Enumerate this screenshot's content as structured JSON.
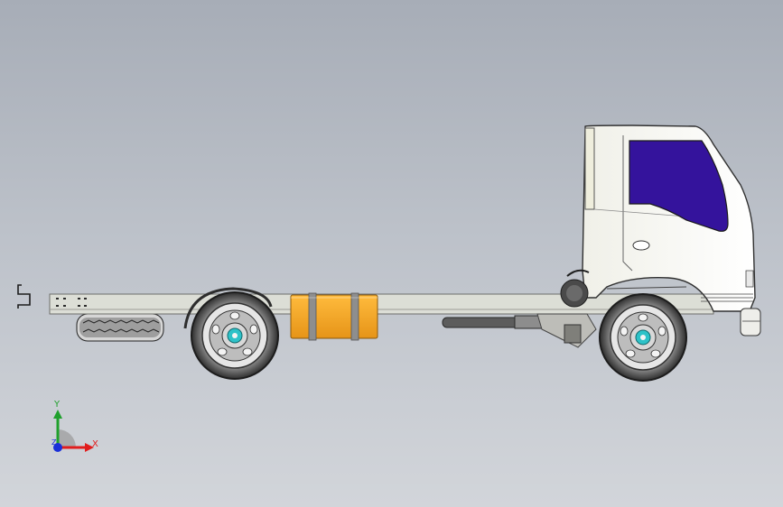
{
  "viewport": {
    "background_top": "#a7adb7",
    "background_bottom": "#d2d5da"
  },
  "model": {
    "kind": "truck-chassis-side-view",
    "colors": {
      "frame": "#d8dad2",
      "cab": "#f6f6f0",
      "window": "#34139c",
      "fuel_tank": "#f6a623",
      "tire": "#3a3a3a",
      "hub": "#2dc2c8"
    }
  },
  "triad": {
    "x_label": "X",
    "y_label": "Y",
    "z_label": "Z",
    "x_color": "#e11d1d",
    "y_color": "#1fa02c",
    "z_color": "#1a2fd8"
  }
}
